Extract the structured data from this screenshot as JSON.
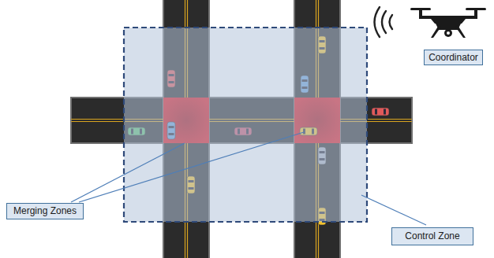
{
  "diagram": {
    "nodes": [
      {
        "text": [
          "Coordinator"
        ]
      },
      {
        "text": [
          "Merging Zones"
        ]
      },
      {
        "text": [
          "Control Zone"
        ]
      }
    ]
  }
}
